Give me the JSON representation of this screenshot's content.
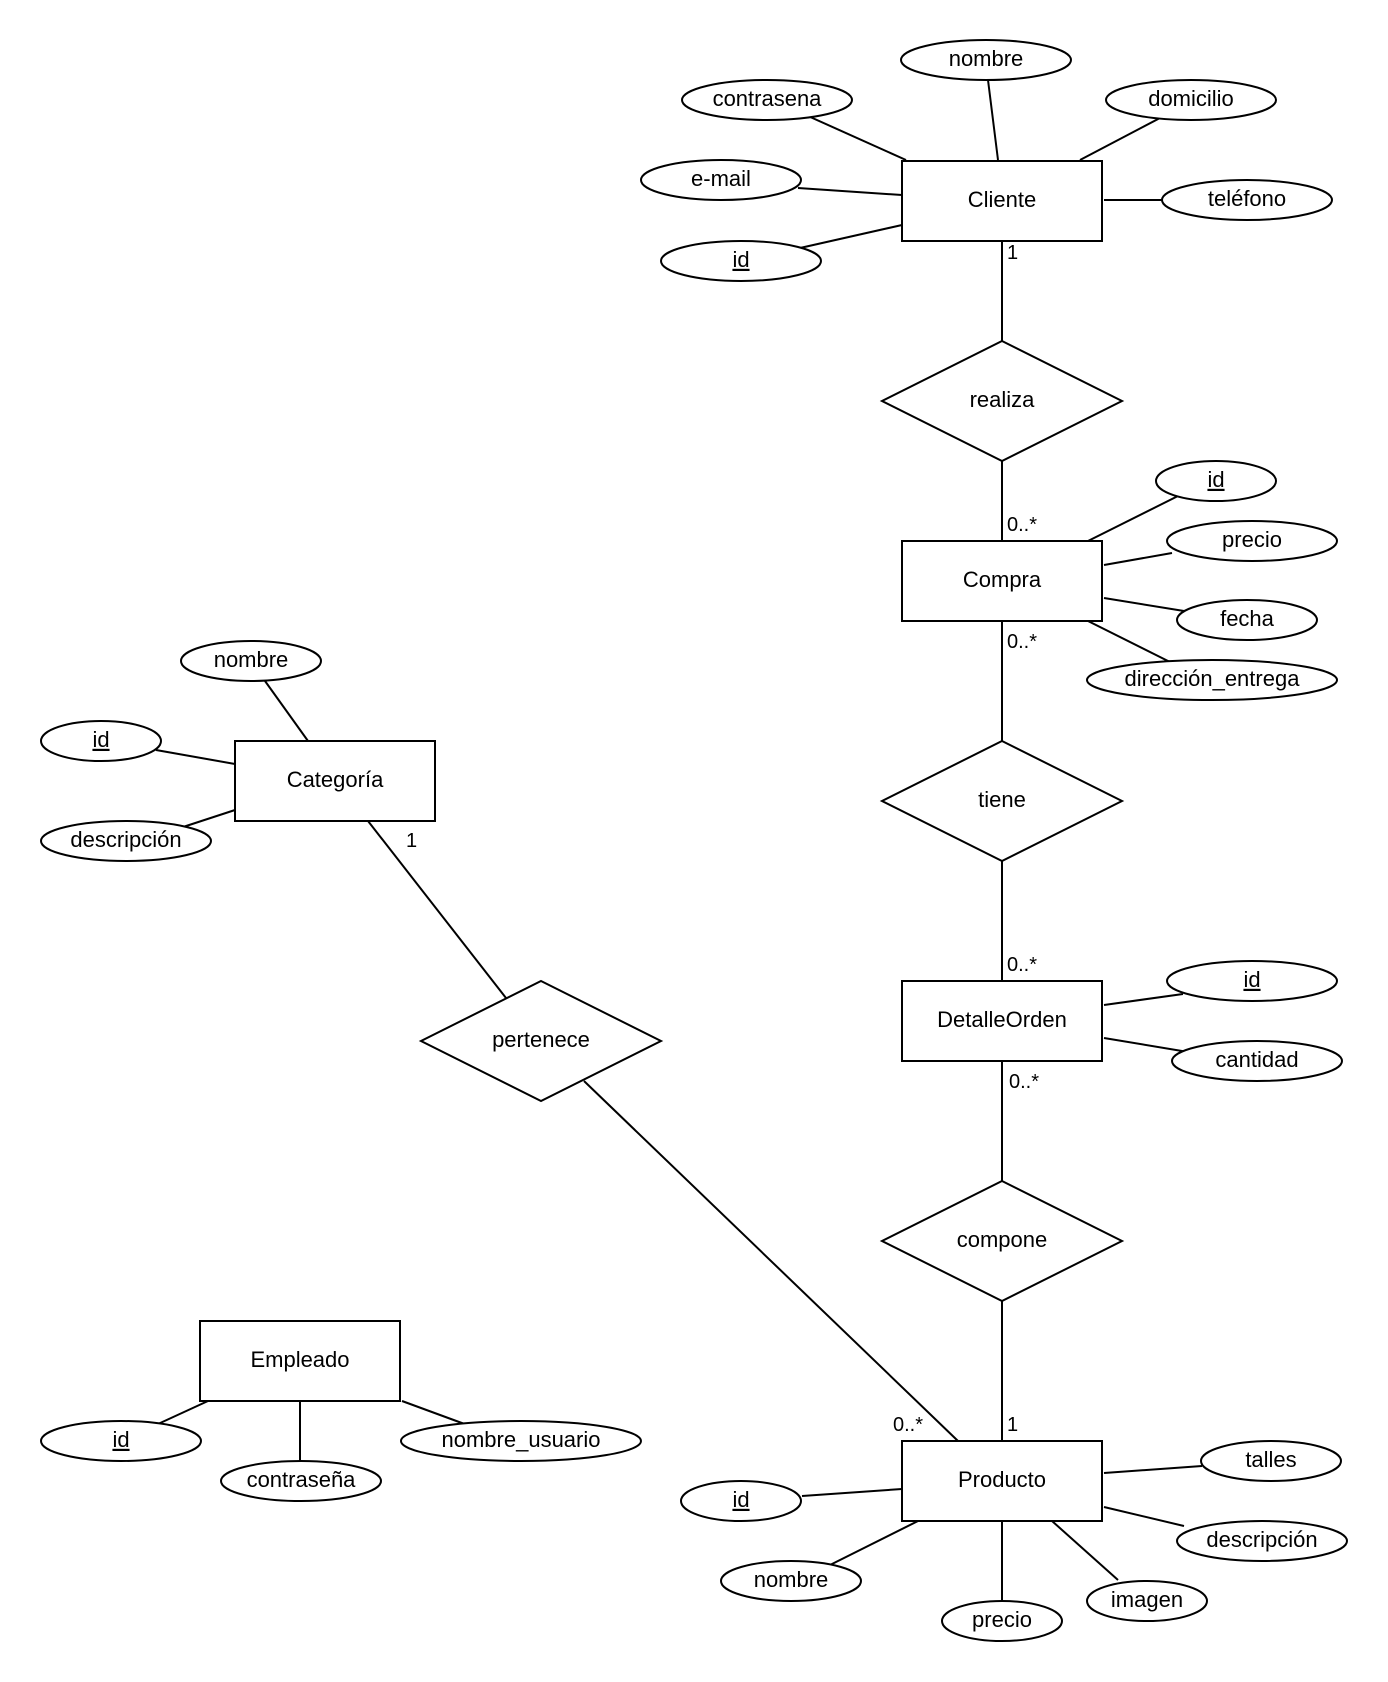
{
  "entities": {
    "cliente": "Cliente",
    "compra": "Compra",
    "detalle_orden": "DetalleOrden",
    "producto": "Producto",
    "categoria": "Categoría",
    "empleado": "Empleado"
  },
  "relationships": {
    "realiza": "realiza",
    "tiene": "tiene",
    "compone": "compone",
    "pertenece": "pertenece"
  },
  "attributes": {
    "cliente": {
      "nombre": "nombre",
      "contrasena": "contrasena",
      "domicilio": "domicilio",
      "email": "e-mail",
      "telefono": "teléfono",
      "id": "id"
    },
    "compra": {
      "id": "id",
      "precio": "precio",
      "fecha": "fecha",
      "direccion_entrega": "dirección_entrega"
    },
    "detalle_orden": {
      "id": "id",
      "cantidad": "cantidad"
    },
    "producto": {
      "id": "id",
      "talles": "talles",
      "descripcion": "descripción",
      "nombre": "nombre",
      "imagen": "imagen",
      "precio": "precio"
    },
    "categoria": {
      "nombre": "nombre",
      "id": "id",
      "descripcion": "descripción"
    },
    "empleado": {
      "id": "id",
      "contrasena": "contraseña",
      "nombre_usuario": "nombre_usuario"
    }
  },
  "primary_keys": [
    "id"
  ],
  "cardinalities": {
    "cliente_realiza": "1",
    "compra_realiza": "0..*",
    "compra_tiene": "0..*",
    "detalle_tiene": "0..*",
    "detalle_compone": "0..*",
    "producto_compone": "1",
    "categoria_pertenece": "1",
    "producto_pertenece": "0..*"
  }
}
